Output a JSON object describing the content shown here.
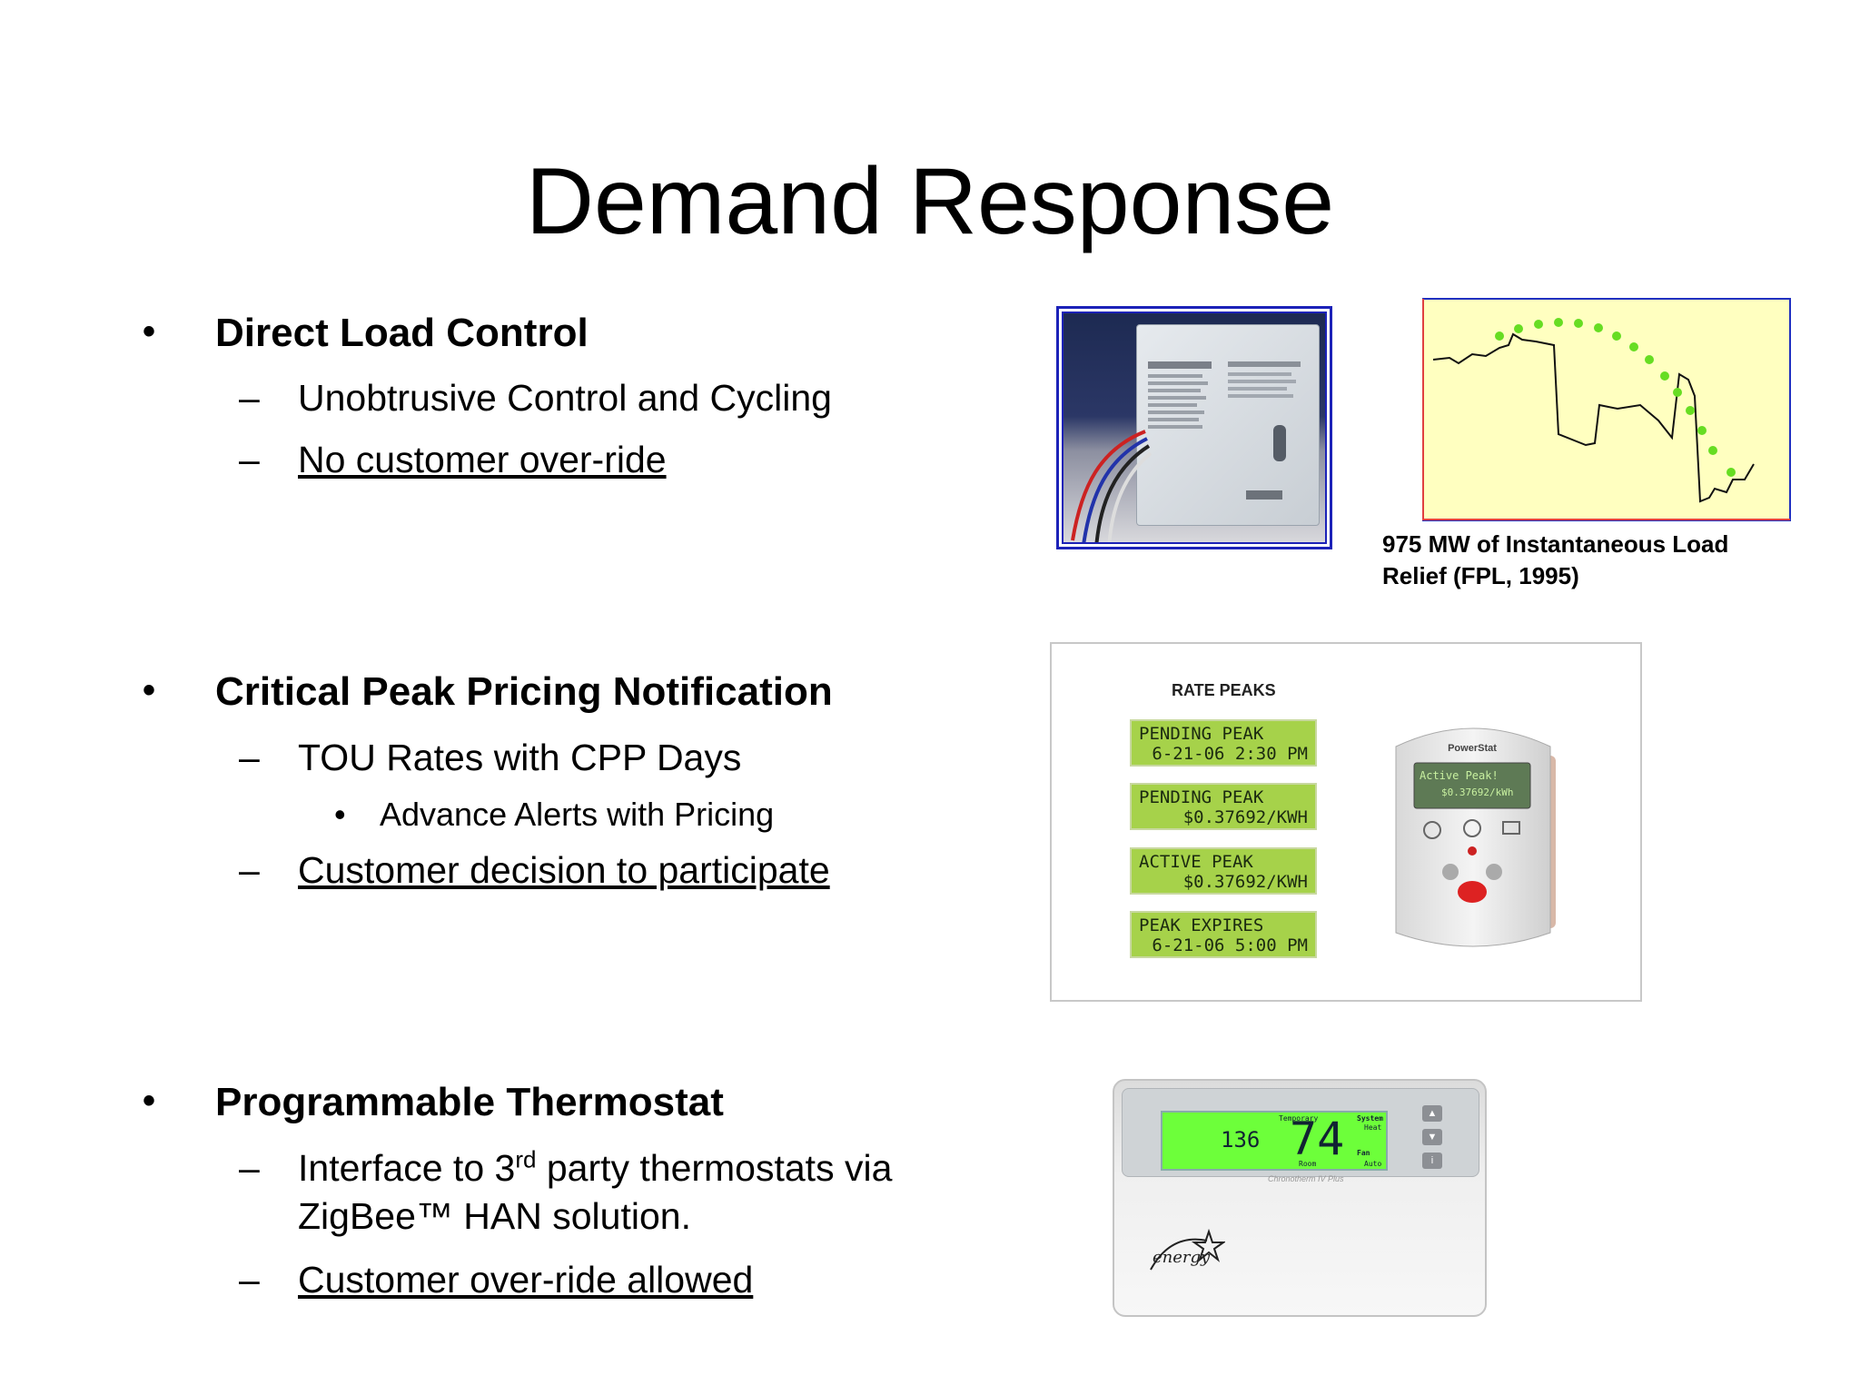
{
  "slide": {
    "title": "Demand Response"
  },
  "sections": [
    {
      "heading": "Direct Load Control",
      "items": [
        {
          "text": "Unobtrusive Control and Cycling",
          "underline": false
        },
        {
          "text": "No customer over-ride",
          "underline": true
        }
      ]
    },
    {
      "heading": "Critical Peak Pricing Notification",
      "items": [
        {
          "text": "TOU Rates with CPP Days",
          "underline": false
        },
        {
          "text": "Advance Alerts with Pricing",
          "underline": false,
          "level": 3
        },
        {
          "text": "Customer decision to participate",
          "underline": true
        }
      ]
    },
    {
      "heading": "Programmable Thermostat",
      "items": [
        {
          "text_pre": "Interface to 3",
          "sup": "rd",
          "text_post": " party thermostats via",
          "text_line2": "ZigBee™ HAN solution."
        },
        {
          "text": "Customer over-ride allowed",
          "underline": true
        }
      ]
    }
  ],
  "chart_caption": {
    "line1": "975 MW of Instantaneous Load",
    "line2": "Relief (FPL, 1995)"
  },
  "rate_peaks": {
    "title": "RATE PEAKS",
    "displays": [
      {
        "line1": "PENDING PEAK",
        "line2": "6-21-06    2:30 PM"
      },
      {
        "line1": "PENDING PEAK",
        "line2": "$0.37692/KWH"
      },
      {
        "line1": "ACTIVE PEAK",
        "line2": "$0.37692/KWH"
      },
      {
        "line1": "PEAK EXPIRES",
        "line2": "6-21-06    5:00 PM"
      }
    ],
    "device_brand": "PowerStat",
    "device_screen_line1": "Active Peak!",
    "device_screen_line2": "$0.37692/kWh"
  },
  "thermostat": {
    "time": "136",
    "temp": "74",
    "label_temporary": "Temporary",
    "label_room": "Room",
    "label_system": "System",
    "label_heat": "Heat",
    "label_fan": "Fan",
    "label_auto": "Auto",
    "model": "Chronotherm IV Plus",
    "logo_text": "energy"
  },
  "colors": {
    "device_border": "#1c22b8",
    "chart_bg": "#ffffc0",
    "chart_border_left": "#e04040",
    "chart_border_right": "#2030c0",
    "chart_dots": "#66dd22",
    "lcd_green": "#a6d24a",
    "thermo_screen": "#6dff3a"
  }
}
